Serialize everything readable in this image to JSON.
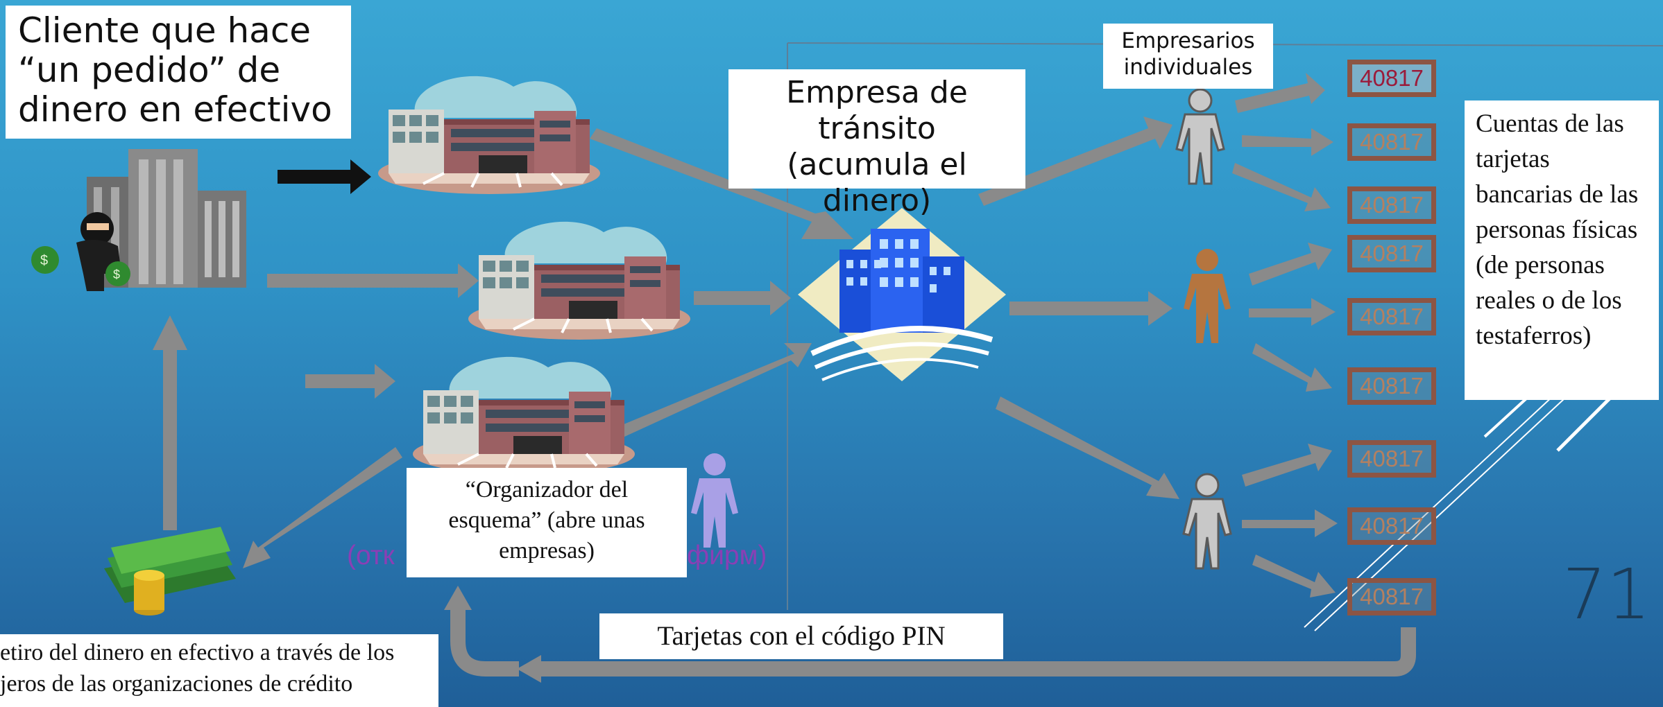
{
  "client_box": {
    "text": "Cliente que hace “un pedido” de dinero en efectivo"
  },
  "transit_box": {
    "text": "Empresa de tránsito (acumula el dinero)"
  },
  "entrepreneurs_box": {
    "text": "Empresarios individuales"
  },
  "accounts_box": {
    "text": "Cuentas de las tarjetas bancarias de las personas físicas (de personas reales o de los testaferros)"
  },
  "organizer_box": {
    "text": "“Organizador del esquema” (abre unas empresas)"
  },
  "pin_box": {
    "text": "Tarjetas con el código PIN"
  },
  "withdrawal_text": {
    "text": "etiro del dinero en efectivo a través de los jeros de las organizaciones de crédito"
  },
  "hidden_russian": {
    "left": "(отк",
    "right": "фирм)"
  },
  "slide_number": "71",
  "account_prefix": "40817",
  "colors": {
    "arrow": "#8a8a8a",
    "gray_person": "#c8c8c8",
    "brown_person": "#b5753f",
    "violet_person": "#a9a0e6",
    "account_border": "#8c5544",
    "russian_text": "#8a3fb5"
  }
}
